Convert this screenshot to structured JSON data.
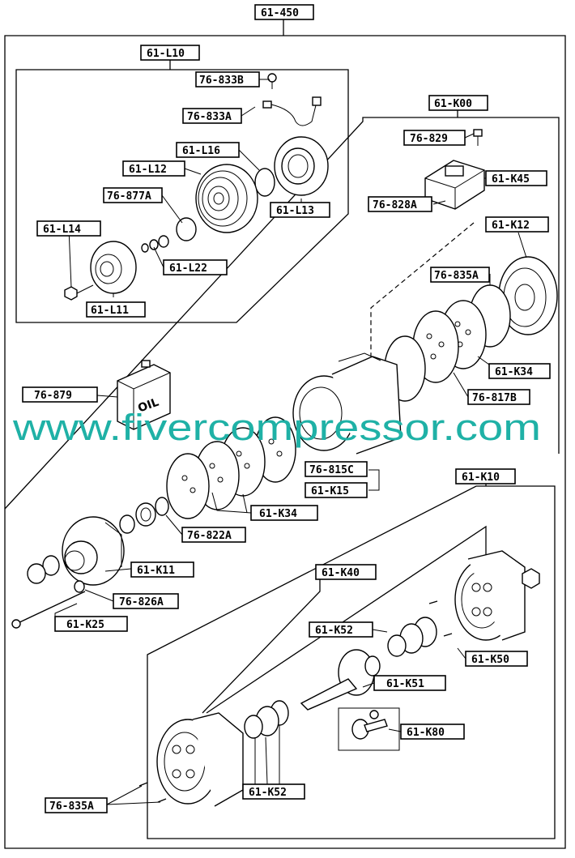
{
  "labels": {
    "l_61_450": "61-450",
    "l_61_L10": "61-L10",
    "l_76_833B": "76-833B",
    "l_76_833A": "76-833A",
    "l_61_L16": "61-L16",
    "l_61_L12": "61-L12",
    "l_61_L13": "61-L13",
    "l_76_877A": "76-877A",
    "l_61_L14": "61-L14",
    "l_61_L22": "61-L22",
    "l_61_L11": "61-L11",
    "l_61_K00": "61-K00",
    "l_76_829": "76-829",
    "l_61_K45": "61-K45",
    "l_76_828A": "76-828A",
    "l_61_K12": "61-K12",
    "l_76_835A_top": "76-835A",
    "l_61_K34_top": "61-K34",
    "l_76_817B": "76-817B",
    "l_76_879": "76-879",
    "l_76_815C": "76-815C",
    "l_61_K15": "61-K15",
    "l_61_K34_mid": "61-K34",
    "l_76_822A": "76-822A",
    "l_61_K11": "61-K11",
    "l_76_826A": "76-826A",
    "l_61_K25": "61-K25",
    "l_61_K10": "61-K10",
    "l_61_K40": "61-K40",
    "l_61_K52_top": "61-K52",
    "l_61_K50": "61-K50",
    "l_61_K51": "61-K51",
    "l_61_K80": "61-K80",
    "l_61_K52_bot": "61-K52",
    "l_76_835A_bot": "76-835A"
  },
  "oil_can_text": "OIL",
  "watermark": "www.fivercompressor.com"
}
